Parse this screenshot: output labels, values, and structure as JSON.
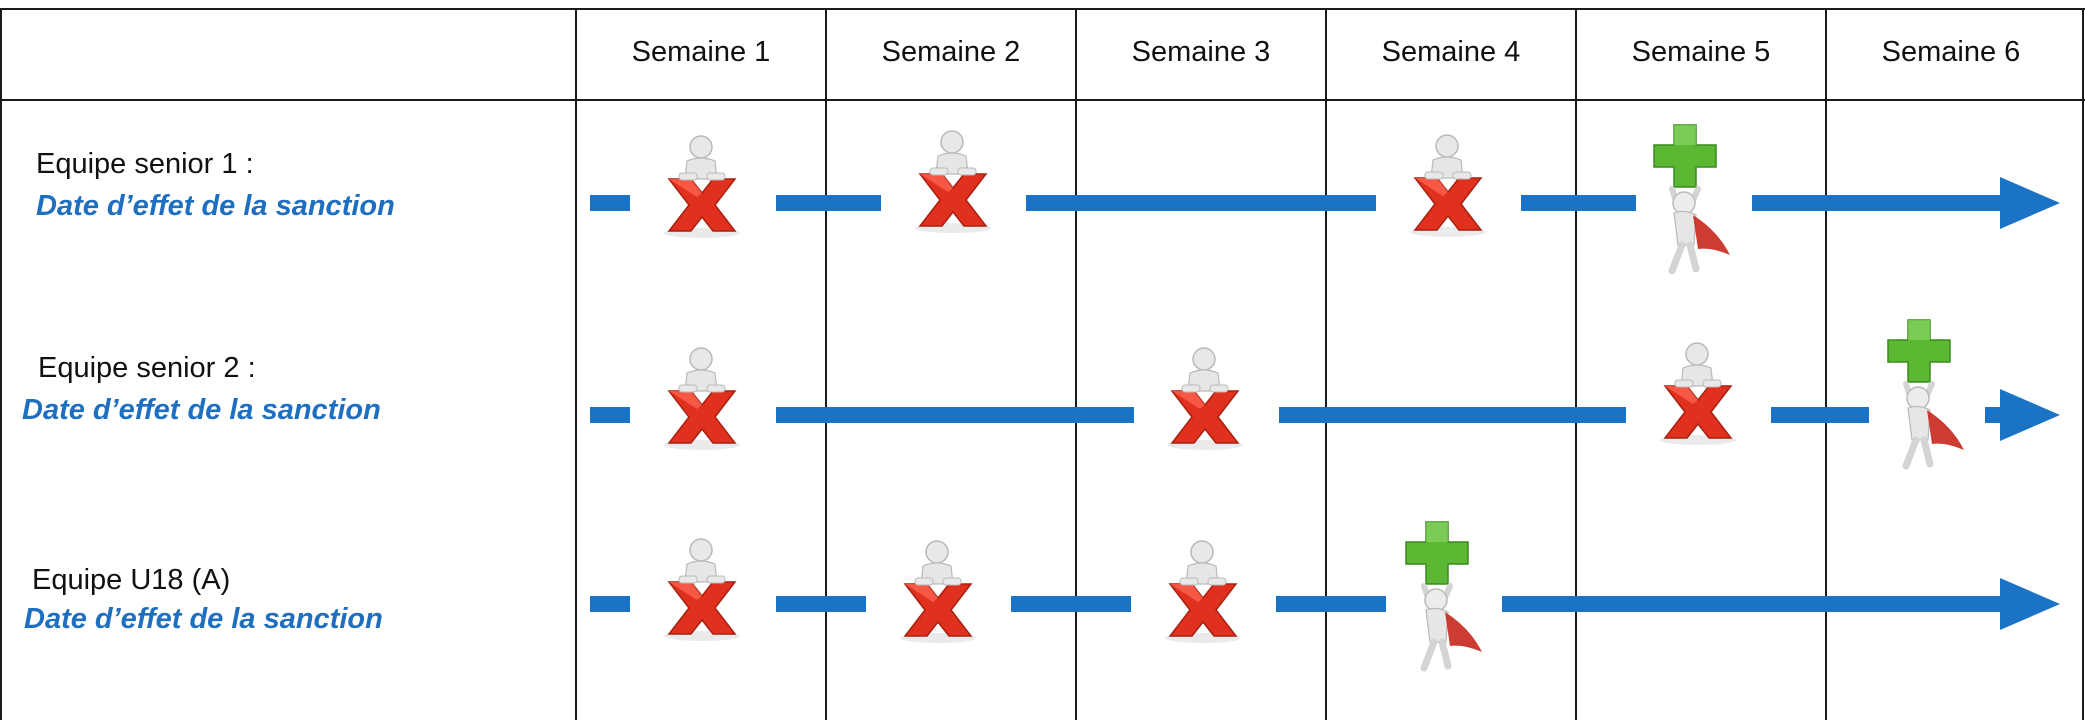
{
  "table": {
    "corner": "",
    "weeks": [
      "Semaine 1",
      "Semaine 2",
      "Semaine 3",
      "Semaine 4",
      "Semaine 5",
      "Semaine 6"
    ]
  },
  "rows": [
    {
      "team": "Equipe senior 1 :",
      "subtitle": "Date d’effet de la sanction",
      "markers": [
        "red-x-figure",
        "red-x-figure",
        "red-x-figure",
        "green-plus-hero"
      ],
      "marker_weeks": [
        1,
        2,
        4,
        5
      ]
    },
    {
      "team": "Equipe senior 2 :",
      "subtitle": "Date d’effet de la sanction",
      "markers": [
        "red-x-figure",
        "red-x-figure",
        "red-x-figure",
        "green-plus-hero"
      ],
      "marker_weeks": [
        1,
        3,
        5,
        6
      ]
    },
    {
      "team": "Equipe U18 (A)",
      "subtitle": "Date d’effet de la sanction",
      "markers": [
        "red-x-figure",
        "red-x-figure",
        "red-x-figure",
        "green-plus-hero"
      ],
      "marker_weeks": [
        1,
        2,
        3,
        4
      ]
    }
  ],
  "colors": {
    "timeline": "#1a73c5",
    "subtitle": "#1f6fc0",
    "x_mark": "#e0301e",
    "plus_mark": "#5cb832",
    "grid": "#1a1a1a"
  },
  "icons": {
    "x_marker": "red-x-figure-icon",
    "plus_marker": "green-plus-hero-icon"
  }
}
